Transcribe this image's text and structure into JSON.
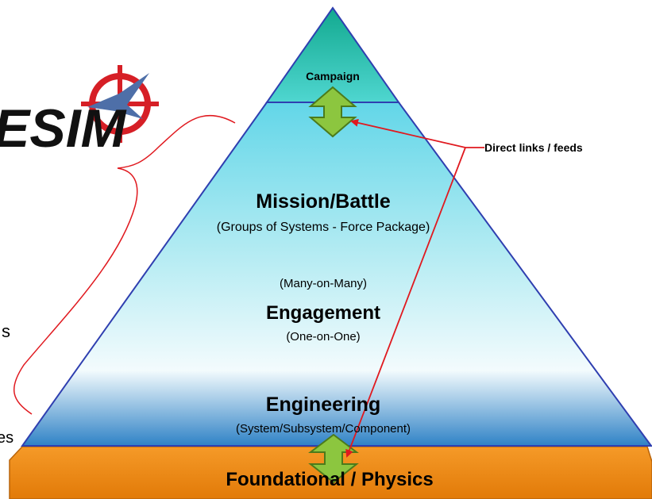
{
  "pyramid": {
    "campaign": "Campaign",
    "mission_title": "Mission/Battle",
    "mission_sub": "(Groups of Systems - Force Package)",
    "many_on_many": "(Many-on-Many)",
    "engagement_title": "Engagement",
    "engagement_sub": "(One-on-One)",
    "engineering_title": "Engineering",
    "engineering_sub": "(System/Subsystem/Component)"
  },
  "base": {
    "label": "Foundational / Physics"
  },
  "annotation": {
    "direct_links": "Direct links / feeds"
  },
  "logo": {
    "text": "ESIM"
  },
  "fragments": {
    "left_s": "s",
    "left_es": "es"
  },
  "colors": {
    "pyramid_top": "#1bb8a5",
    "pyramid_mid": "#8fe3ef",
    "pyramid_light": "#eef9fc",
    "pyramid_bottom": "#2e7fc4",
    "outline": "#2f3fb0",
    "base_fill": "#f08a12",
    "arrow_fill": "#8cc63f",
    "red_line": "#e0191f"
  }
}
